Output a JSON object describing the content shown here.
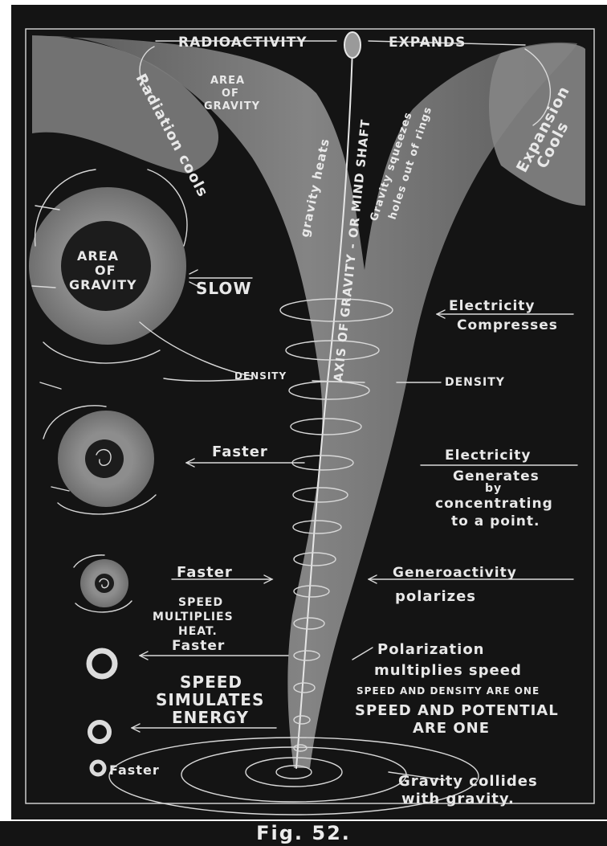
{
  "header": {
    "radioactivity": "RADIOACTIVITY",
    "expands": "EXPANDS"
  },
  "top": {
    "radiation_cools": "Radiation cools",
    "area_of_gravity_heats_1": "AREA",
    "area_of_gravity_heats_2": "OF",
    "area_of_gravity_heats_3": "GRAVITY",
    "gravity_heats": "gravity heats",
    "axis": "AXIS OF GRAVITY - OR MIND SHAFT",
    "squeezes_1": "Gravity squeezes",
    "squeezes_2": "holes out of rings",
    "expansion_cools_1": "Expansion",
    "expansion_cools_2": "Cools"
  },
  "left": {
    "area_1": "AREA",
    "area_2": "OF",
    "area_3": "GRAVITY",
    "slow": "SLOW",
    "density": "DENSITY",
    "faster_1": "Faster",
    "faster_2": "Faster",
    "speed_heat_1": "SPEED",
    "speed_heat_2": "MULTIPLIES",
    "speed_heat_3": "HEAT.",
    "faster_3": "Faster",
    "speed_energy_1": "SPEED",
    "speed_energy_2": "SIMULATES",
    "speed_energy_3": "ENERGY",
    "faster_4": "Faster"
  },
  "right": {
    "electricity_1": "Electricity",
    "compresses": "Compresses",
    "density": "DENSITY",
    "electricity_2": "Electricity",
    "generates": "Generates",
    "by": "by",
    "concentrating": "concentrating",
    "to_a_point": "to a point.",
    "generoactivity": "Generoactivity",
    "polarizes": "polarizes",
    "polarization": "Polarization",
    "multiplies_speed": "multiplies speed",
    "speed_density": "SPEED AND DENSITY ARE ONE",
    "speed_potential_1": "SPEED AND POTENTIAL",
    "speed_potential_2": "ARE ONE",
    "gravity_collides_1": "Gravity collides",
    "gravity_collides_2": "with gravity."
  },
  "caption": "Fig. 52."
}
